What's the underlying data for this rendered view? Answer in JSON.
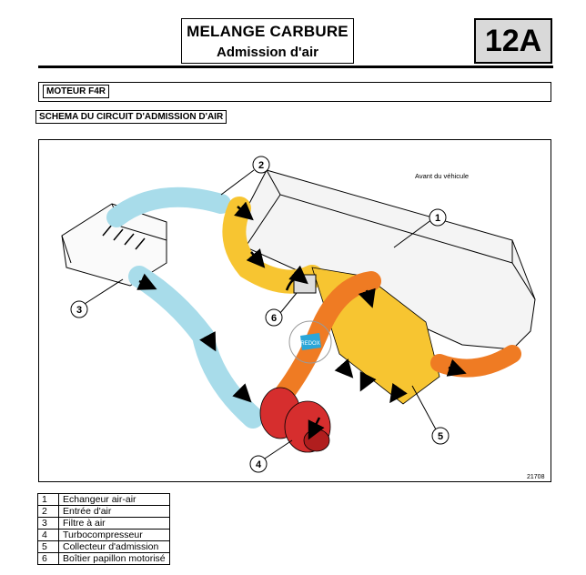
{
  "header": {
    "title_line1": "MELANGE CARBURE",
    "title_line2": "Admission d'air",
    "chapter": "12A"
  },
  "engine_label": "MOTEUR F4R",
  "section_label": "SCHEMA DU CIRCUIT D'ADMISSION D'AIR",
  "diagram": {
    "front_label": "Avant du véhicule",
    "redox_label": "REDOX",
    "ref_number": "21708",
    "callouts": [
      "1",
      "2",
      "3",
      "4",
      "5",
      "6"
    ],
    "colors": {
      "intake_blue": "#a8dcea",
      "throttle_yellow": "#f7c531",
      "turbo_red": "#d62e2e",
      "hot_orange": "#ef7b23",
      "redox_blue": "#2aa6d8"
    }
  },
  "legend": [
    {
      "num": "1",
      "label": "Echangeur air-air"
    },
    {
      "num": "2",
      "label": "Entrée d'air"
    },
    {
      "num": "3",
      "label": "Filtre à air"
    },
    {
      "num": "4",
      "label": "Turbocompresseur"
    },
    {
      "num": "5",
      "label": "Collecteur d'admission"
    },
    {
      "num": "6",
      "label": "Boîtier papillon motorisé"
    }
  ]
}
